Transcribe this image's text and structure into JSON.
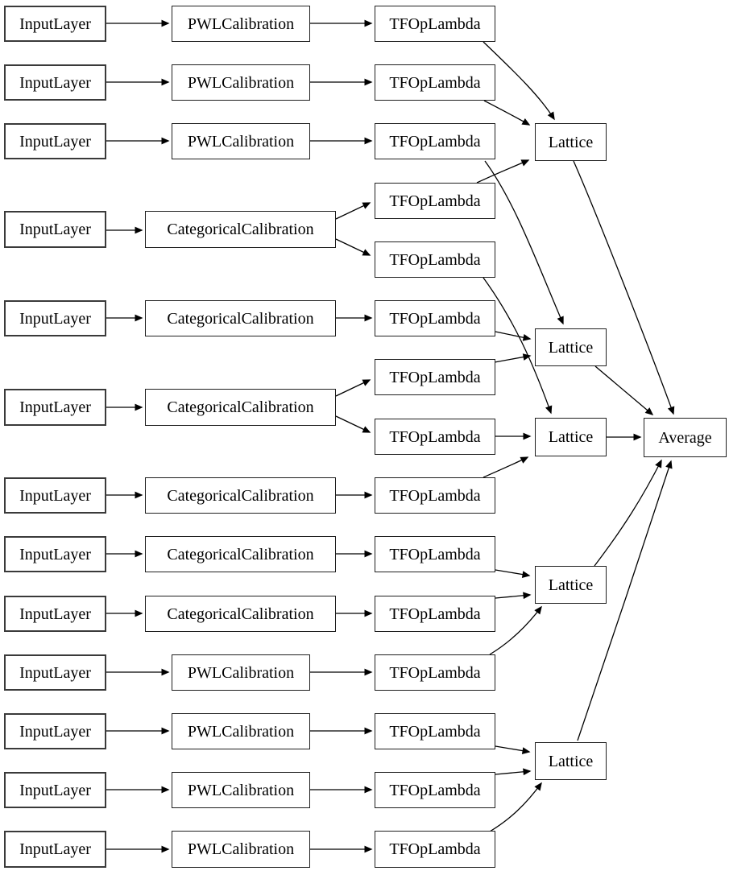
{
  "labels": {
    "input_layer": "InputLayer",
    "pwl_calibration": "PWLCalibration",
    "categorical_calibration": "CategoricalCalibration",
    "tf_op_lambda": "TFOpLambda",
    "lattice": "Lattice",
    "average": "Average"
  },
  "graph": {
    "node_counts": {
      "input_layer": 13,
      "pwl_calibration": 7,
      "categorical_calibration": 6,
      "tf_op_lambda": 15,
      "lattice": 5,
      "average": 1
    },
    "calibration_types_by_row": [
      "pwl",
      "pwl",
      "pwl",
      "categorical",
      "categorical",
      "categorical",
      "categorical",
      "categorical",
      "categorical",
      "pwl",
      "pwl",
      "pwl",
      "pwl"
    ],
    "edges": [
      [
        "in1",
        "m1"
      ],
      [
        "in2",
        "m2"
      ],
      [
        "in3",
        "m3"
      ],
      [
        "in4",
        "m4"
      ],
      [
        "in5",
        "m5"
      ],
      [
        "in6",
        "m6"
      ],
      [
        "in7",
        "m7"
      ],
      [
        "in8",
        "m8"
      ],
      [
        "in9",
        "m9"
      ],
      [
        "in10",
        "m10"
      ],
      [
        "in11",
        "m11"
      ],
      [
        "in12",
        "m12"
      ],
      [
        "in13",
        "m13"
      ],
      [
        "m1",
        "t1"
      ],
      [
        "m2",
        "t2"
      ],
      [
        "m3",
        "t3"
      ],
      [
        "m4",
        "t4"
      ],
      [
        "m4",
        "t5"
      ],
      [
        "m5",
        "t6"
      ],
      [
        "m6",
        "t7"
      ],
      [
        "m6",
        "t8"
      ],
      [
        "m7",
        "t9"
      ],
      [
        "m8",
        "t10"
      ],
      [
        "m9",
        "t11"
      ],
      [
        "m10",
        "t12"
      ],
      [
        "m11",
        "t13"
      ],
      [
        "m12",
        "t14"
      ],
      [
        "m13",
        "t15"
      ],
      [
        "t1",
        "lattice1"
      ],
      [
        "t2",
        "lattice1"
      ],
      [
        "t4",
        "lattice1"
      ],
      [
        "t3",
        "lattice2"
      ],
      [
        "t6",
        "lattice2"
      ],
      [
        "t7",
        "lattice2"
      ],
      [
        "t5",
        "lattice3"
      ],
      [
        "t8",
        "lattice3"
      ],
      [
        "t9",
        "lattice3"
      ],
      [
        "t10",
        "lattice4"
      ],
      [
        "t11",
        "lattice4"
      ],
      [
        "t12",
        "lattice4"
      ],
      [
        "t13",
        "lattice5"
      ],
      [
        "t14",
        "lattice5"
      ],
      [
        "t15",
        "lattice5"
      ],
      [
        "lattice1",
        "average"
      ],
      [
        "lattice2",
        "average"
      ],
      [
        "lattice3",
        "average"
      ],
      [
        "lattice4",
        "average"
      ],
      [
        "lattice5",
        "average"
      ]
    ]
  }
}
